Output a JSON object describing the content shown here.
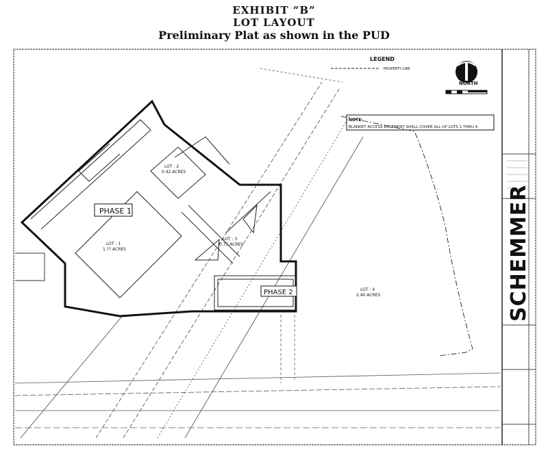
{
  "header": {
    "line1": "EXHIBIT “B”",
    "line2": "LOT LAYOUT",
    "line3": "Preliminary Plat as shown in the PUD"
  },
  "legend": {
    "title": "LEGEND",
    "item": "PROPERTY LINE"
  },
  "north_arrow": {
    "label": "NORTH",
    "icon": "north-arrow-icon"
  },
  "note": {
    "title": "NOTE:",
    "text": "BLANKET ACCESS EASEMENT SHALL COVER ALL OF LOTS 1 THRU 4."
  },
  "plan": {
    "phase1": "PHASE 1",
    "phase2": "PHASE 2",
    "lots": [
      {
        "label": "LOT : 1",
        "area": "1.?? ACRES"
      },
      {
        "label": "LOT : 2",
        "area": "0.42 ACRES"
      },
      {
        "label": "LOT : 3",
        "area": "0.75 ACRES"
      },
      {
        "label": "LOT : 4",
        "area": "2.40 ACRES"
      }
    ]
  },
  "title_block": {
    "firm": "SCHEMMER"
  }
}
